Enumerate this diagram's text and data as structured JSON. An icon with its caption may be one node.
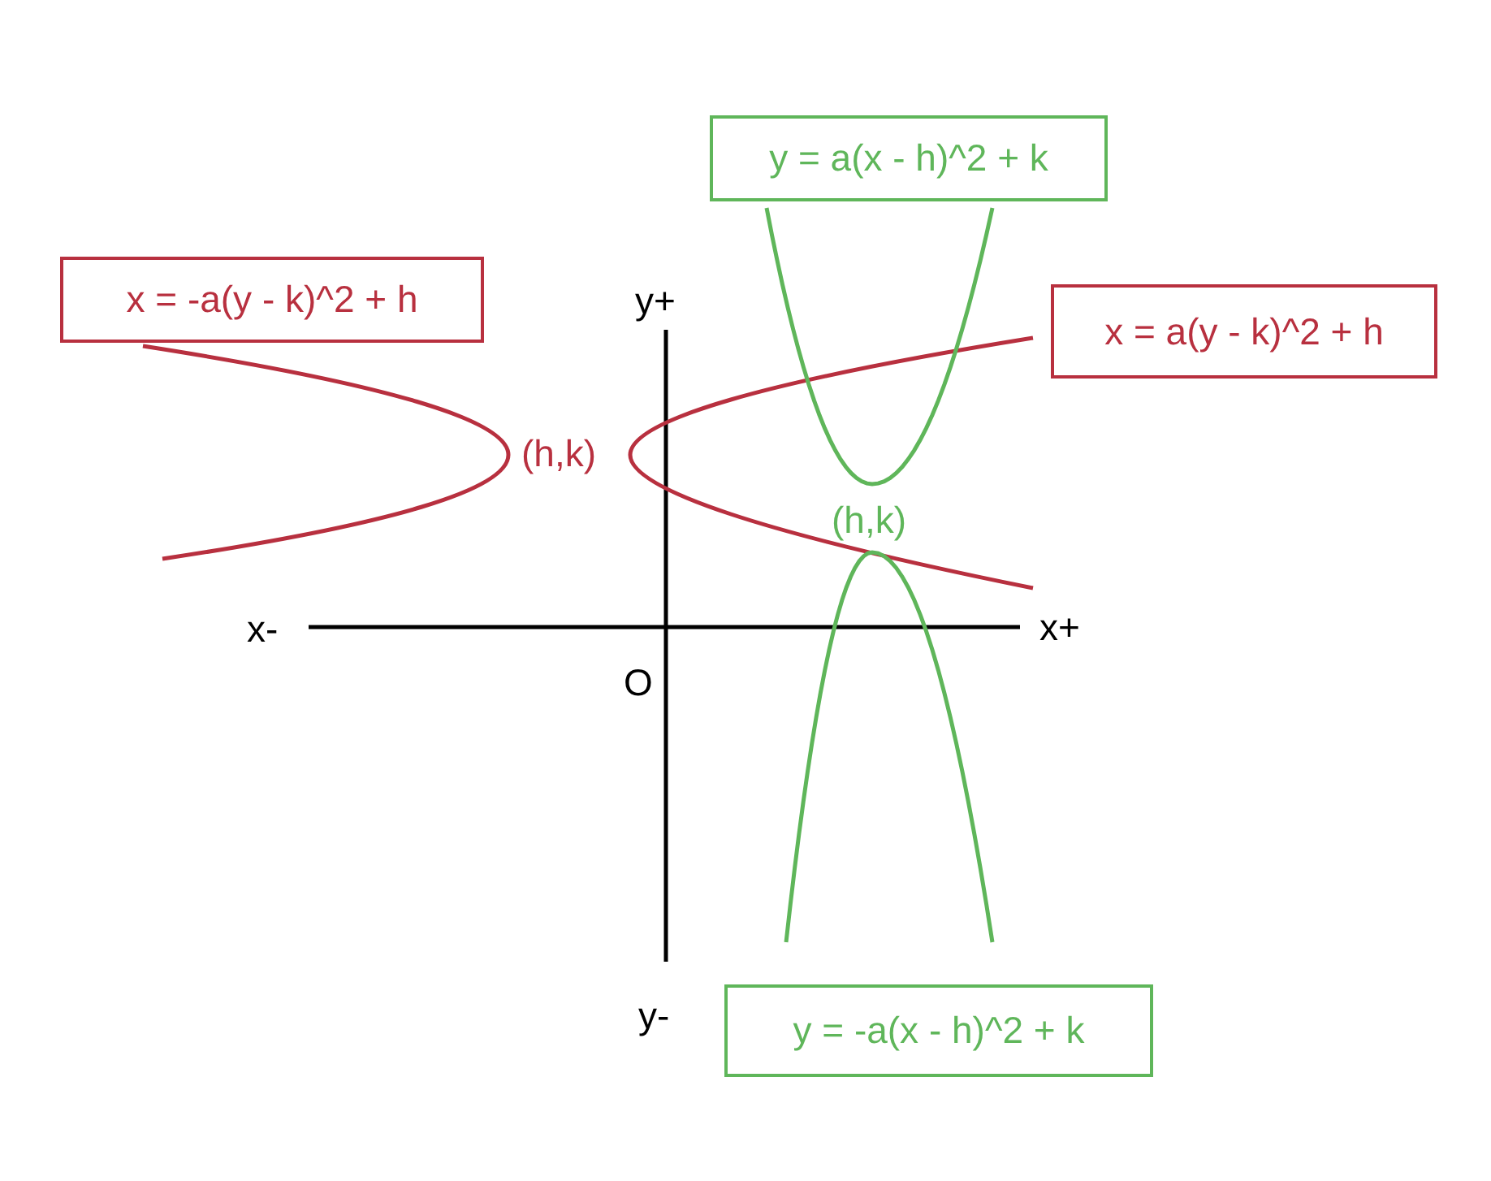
{
  "diagram": {
    "nodes": [
      {
        "text": [
          "y = a(x - h)^2 + k"
        ]
      },
      {
        "text": [
          "x = -a(y - k)^2 + h"
        ]
      },
      {
        "text": [
          "x = a(y - k)^2 + h"
        ]
      },
      {
        "text": [
          "y = -a(x - h)^2 + k"
        ]
      }
    ],
    "labels": [
      "y+",
      "(h,k)",
      "(h,k)",
      "x-",
      "x+",
      "O",
      "y-"
    ]
  }
}
